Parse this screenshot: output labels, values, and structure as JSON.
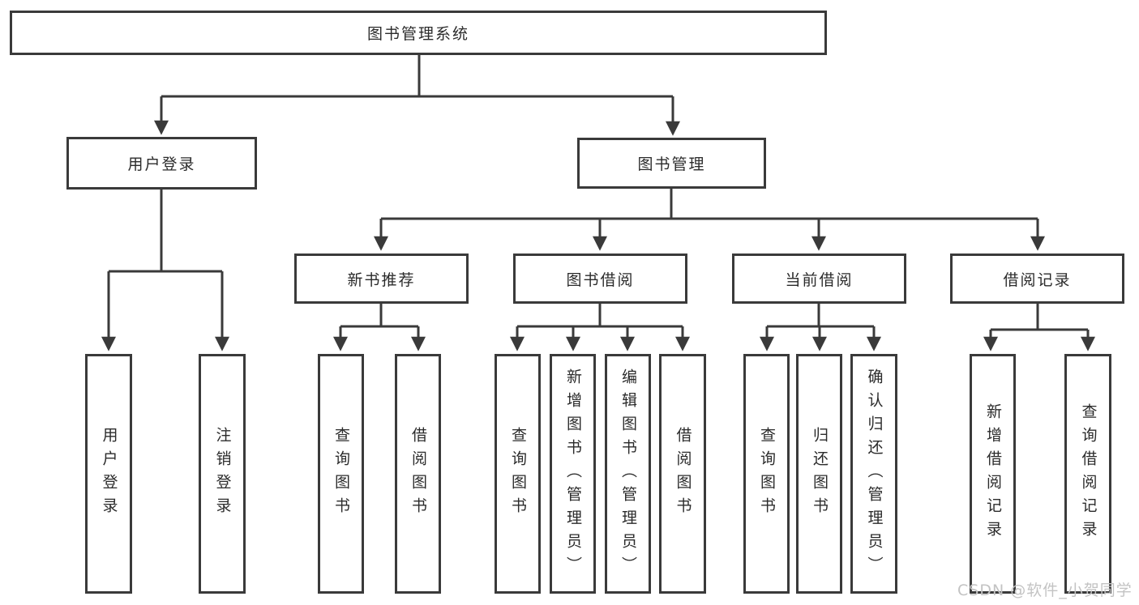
{
  "colors": {
    "background": "#ffffff",
    "line": "#3a3a3a",
    "box_border": "#3a3a3a",
    "text": "#2b2b2b",
    "watermark": "#c3c3c3"
  },
  "watermark": "CSDN @软件_小贺同学",
  "tree": {
    "label": "图书管理系统",
    "children": [
      {
        "label": "用户登录",
        "children": [
          {
            "label": "用户登录"
          },
          {
            "label": "注销登录"
          }
        ]
      },
      {
        "label": "图书管理",
        "children": [
          {
            "label": "新书推荐",
            "children": [
              {
                "label": "查询图书"
              },
              {
                "label": "借阅图书"
              }
            ]
          },
          {
            "label": "图书借阅",
            "children": [
              {
                "label": "查询图书"
              },
              {
                "label": "新增图书（管理员）"
              },
              {
                "label": "编辑图书（管理员）"
              },
              {
                "label": "借阅图书"
              }
            ]
          },
          {
            "label": "当前借阅",
            "children": [
              {
                "label": "查询图书"
              },
              {
                "label": "归还图书"
              },
              {
                "label": "确认归还（管理员）"
              }
            ]
          },
          {
            "label": "借阅记录",
            "children": [
              {
                "label": "新增借阅记录"
              },
              {
                "label": "查询借阅记录"
              }
            ]
          }
        ]
      }
    ]
  }
}
